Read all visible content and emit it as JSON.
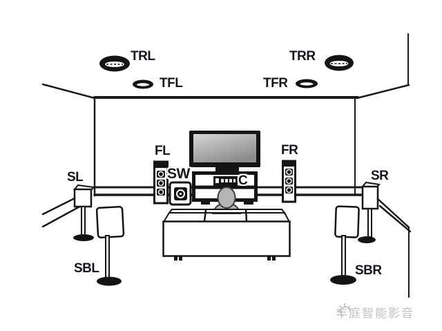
{
  "diagram": {
    "labels": {
      "trl": "TRL",
      "trr": "TRR",
      "tfl": "TFL",
      "tfr": "TFR",
      "fl": "FL",
      "fr": "FR",
      "sw": "SW",
      "c": "C",
      "sl": "SL",
      "sr": "SR",
      "sbl": "SBL",
      "sbr": "SBR"
    }
  },
  "watermark": {
    "logo_icon": "sun-logo-icon",
    "text": "丰庭智能影音"
  },
  "colors": {
    "line": "#1a1a1a",
    "label": "#15151e",
    "watermark": "#c2c2c2",
    "background": "#ffffff",
    "person_fill": "#b5b5b5",
    "screen_top": "#d6d6d6",
    "screen_bottom": "#8d8d8d"
  }
}
